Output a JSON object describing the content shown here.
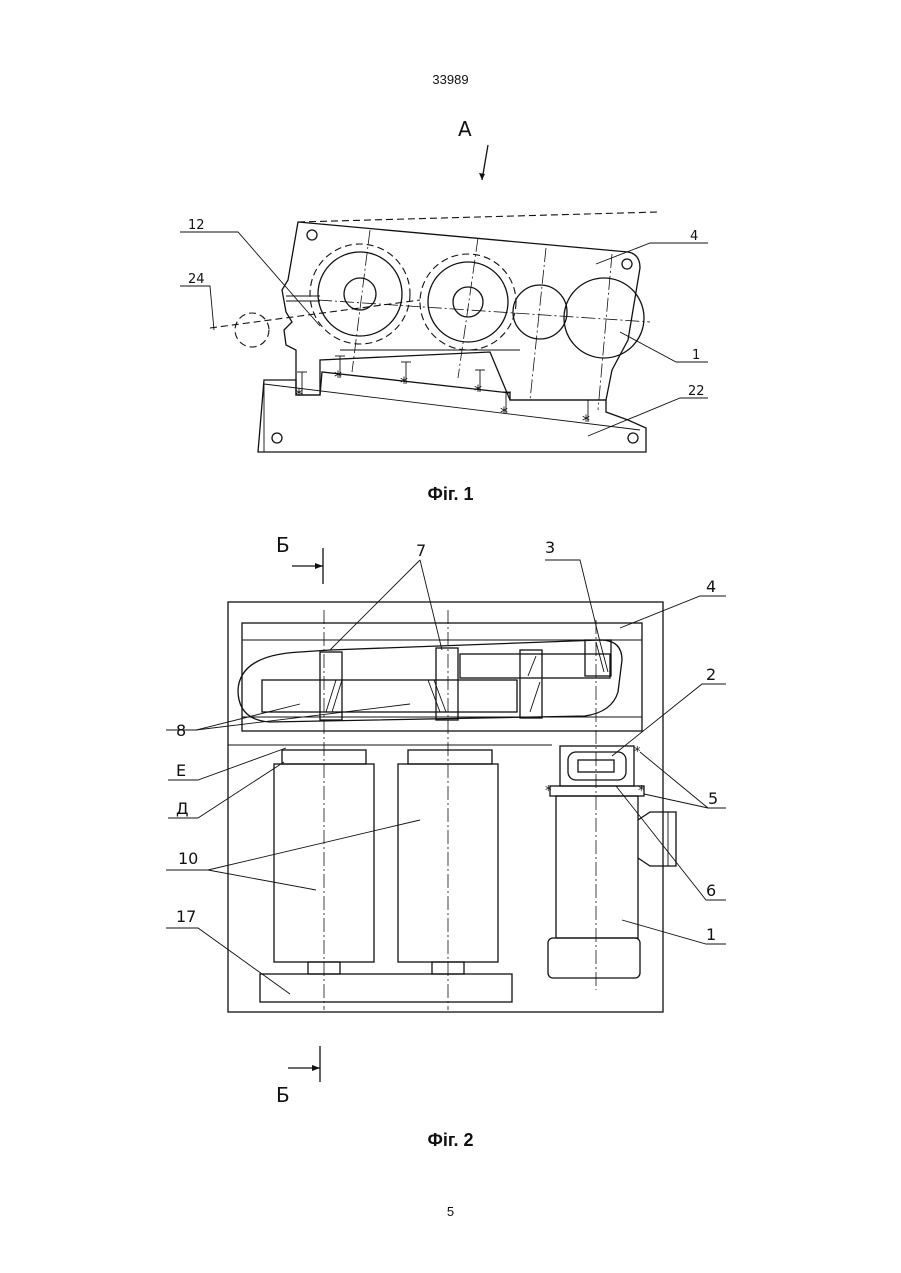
{
  "page": {
    "top_number": "33989",
    "bottom_number": "5"
  },
  "figure1": {
    "caption": "Фіг. 1",
    "view_letter": "А",
    "labels": {
      "l12": "12",
      "l24": "24",
      "l4": "4",
      "l1": "1",
      "l22": "22"
    }
  },
  "figure2": {
    "caption": "Фіг. 2",
    "section_top": "Б",
    "section_bottom": "Б",
    "labels": {
      "l7": "7",
      "l3": "3",
      "l4": "4",
      "l2": "2",
      "l8": "8",
      "lE": "Е",
      "lD": "Д",
      "l5": "5",
      "l10": "10",
      "l6": "6",
      "l17": "17",
      "l1": "1"
    }
  }
}
